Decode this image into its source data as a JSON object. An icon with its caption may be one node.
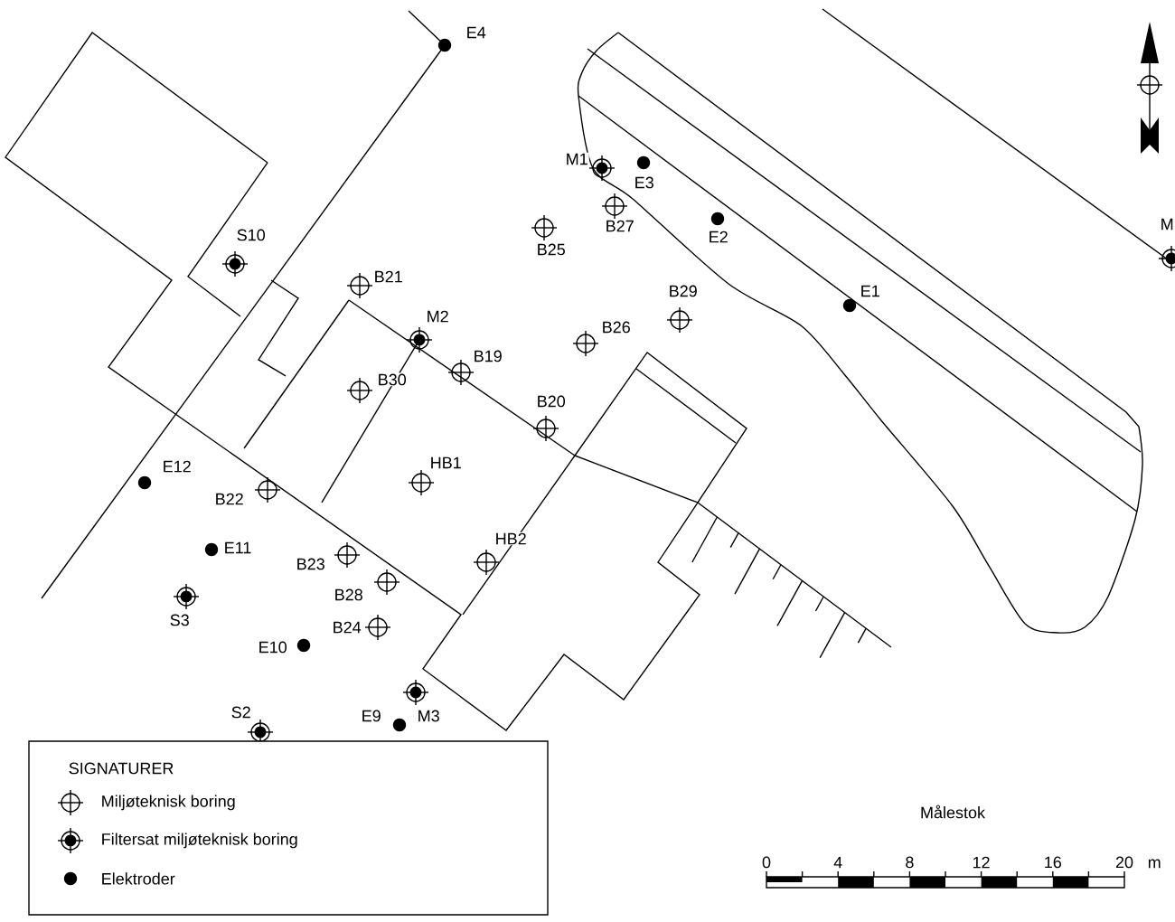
{
  "diagram": {
    "labels": [
      "E4",
      "M1",
      "E3",
      "B27",
      "B25",
      "E2",
      "M",
      "S10",
      "B21",
      "B29",
      "E1",
      "M2",
      "B26",
      "B19",
      "B30",
      "B20",
      "E12",
      "HB1",
      "B22",
      "HB2",
      "E11",
      "B23",
      "B28",
      "S3",
      "B24",
      "E10",
      "S2",
      "E9",
      "M3",
      "SIGNATURER",
      "Målestok",
      "0",
      "4",
      "8",
      "12",
      "16",
      "20",
      "m"
    ],
    "legend": [
      {
        "text": "Miljøteknisk boring"
      },
      {
        "text": "Filtersat miljøteknisk boring"
      },
      {
        "text": "Elektroder"
      }
    ]
  }
}
